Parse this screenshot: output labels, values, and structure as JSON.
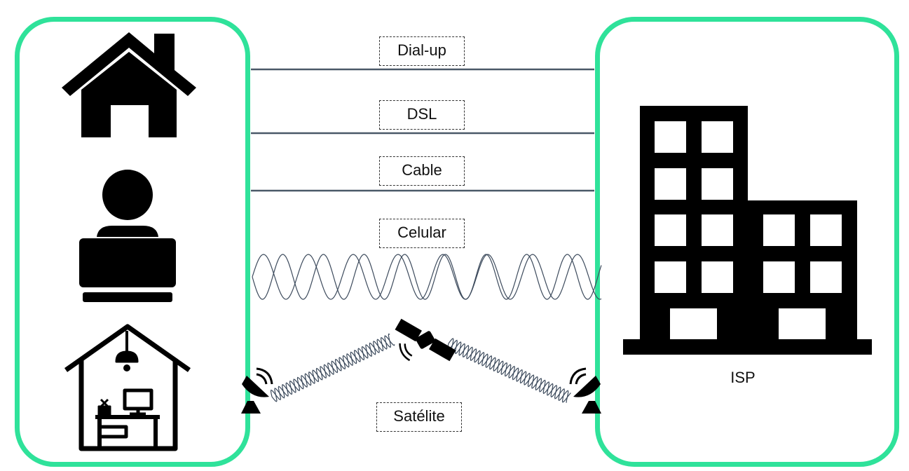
{
  "connections": [
    {
      "label": "Dial-up"
    },
    {
      "label": "DSL"
    },
    {
      "label": "Cable"
    },
    {
      "label": "Celular"
    },
    {
      "label": "Satélite"
    }
  ],
  "isp": {
    "label": "ISP"
  },
  "icons": {
    "left": [
      "house-icon",
      "person-laptop-icon",
      "home-office-icon"
    ],
    "right": [
      "office-building-icon"
    ],
    "satellite": [
      "satellite-icon",
      "satellite-dish-icon"
    ]
  },
  "colors": {
    "panel_border": "#2fe29a",
    "line": "#4a5968",
    "wave": "#3c4a5c"
  }
}
